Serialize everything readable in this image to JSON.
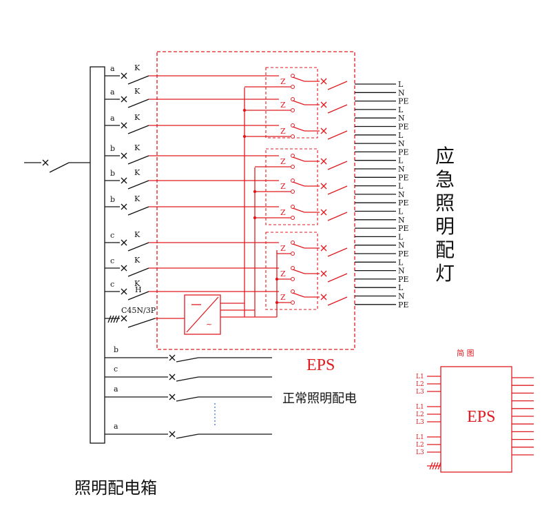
{
  "colors": {
    "line": "#111111",
    "accent": "#e0191f",
    "background": "#ffffff"
  },
  "labels": {
    "title_emergency": [
      "应",
      "急",
      "照",
      "明",
      "配",
      "灯"
    ],
    "normal_lighting": "正常照明配电",
    "distribution_box": "照明配电箱",
    "eps": "EPS",
    "breaker_model": "C45N/3P",
    "breaker_h": "H",
    "simple_title": "简 图",
    "simple_eps": "EPS"
  },
  "branches": [
    {
      "phase": "a",
      "switch": "K"
    },
    {
      "phase": "a",
      "switch": "K"
    },
    {
      "phase": "a",
      "switch": "K"
    },
    {
      "phase": "b",
      "switch": "K"
    },
    {
      "phase": "b",
      "switch": "K"
    },
    {
      "phase": "b",
      "switch": "K"
    },
    {
      "phase": "c",
      "switch": "K"
    },
    {
      "phase": "c",
      "switch": "K"
    },
    {
      "phase": "c",
      "switch": "K"
    }
  ],
  "conductors": [
    "L",
    "N",
    "PE"
  ],
  "transfer_switch": "Z",
  "normal_feeders": [
    "b",
    "c",
    "a",
    "a"
  ],
  "simple_phases": [
    "L1",
    "L2",
    "L3",
    "L1",
    "L2",
    "L3",
    "L1",
    "L2",
    "L3"
  ]
}
